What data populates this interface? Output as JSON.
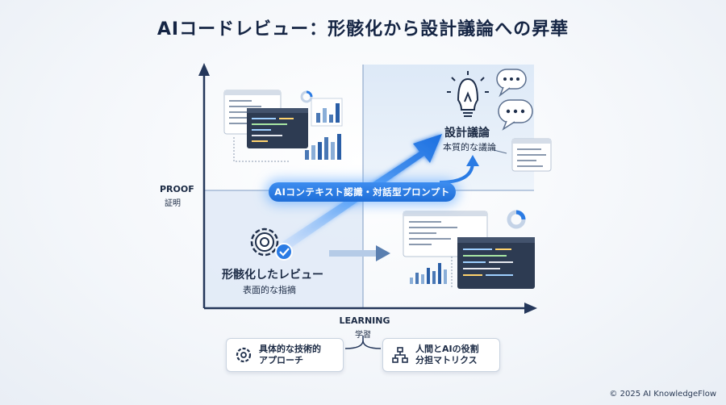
{
  "title": "AIコードレビュー：形骸化から設計議論への昇華",
  "axis_y": {
    "en": "PROOF",
    "jp": "証明"
  },
  "axis_x": {
    "en": "LEARNING",
    "jp": "学習"
  },
  "top_right": {
    "title": "設計議論",
    "subtitle": "本質的な議論"
  },
  "bottom_left": {
    "title": "形骸化したレビュー",
    "subtitle": "表面的な指摘"
  },
  "banner": "AIコンテキスト認識・対話型プロンプト",
  "cards": [
    {
      "line1": "具体的な技術的",
      "line2": "アプローチ",
      "icon": "gear-icon"
    },
    {
      "line1": "人間とAIの役割",
      "line2": "分担マトリクス",
      "icon": "org-chart-icon"
    }
  ],
  "footer": "© 2025 AI KnowledgeFlow",
  "colors": {
    "accent": "#2a7be4",
    "axis": "#24375a",
    "dark_panel": "#2d3b52"
  }
}
